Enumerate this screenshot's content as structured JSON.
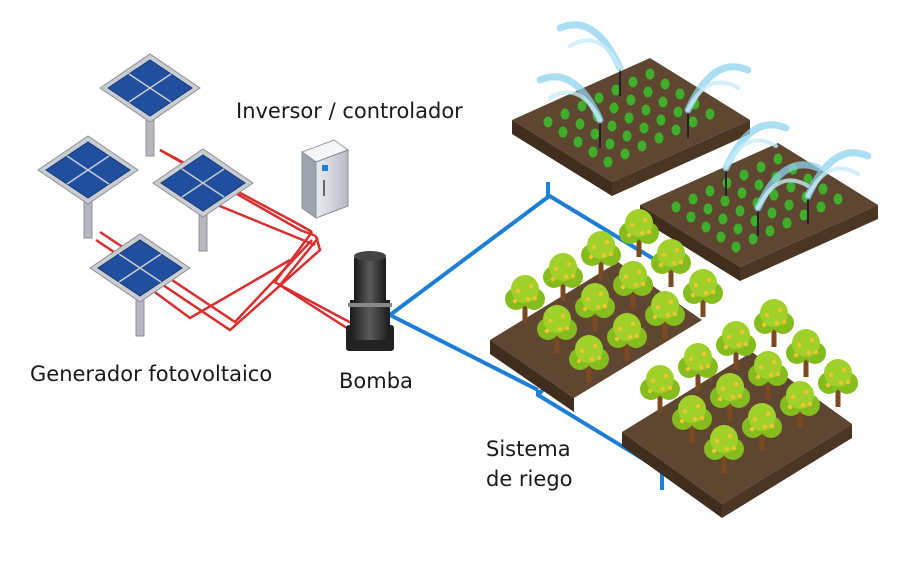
{
  "labels": {
    "inverter": "Inversor / controlador",
    "generator": "Generador fotovoltaico",
    "pump": "Bomba",
    "irrigation_line1": "Sistema",
    "irrigation_line2": "de riego"
  },
  "colors": {
    "panel": "#1f4f9e",
    "panel_frame": "#c9ccd1",
    "wire": "#d92f2f",
    "pipe": "#1e7fd6",
    "soil": "#5e4630",
    "plant": "#3fae2a",
    "tree_canopy": "#9fd12a",
    "fruit": "#f2c530",
    "trunk": "#7a4b22",
    "water": "#8fd3ee"
  },
  "icons": [
    "solar-panel-icon",
    "inverter-cabinet-icon",
    "pump-icon",
    "sprinkler-icon",
    "fruit-tree-icon",
    "crop-plant-icon"
  ]
}
